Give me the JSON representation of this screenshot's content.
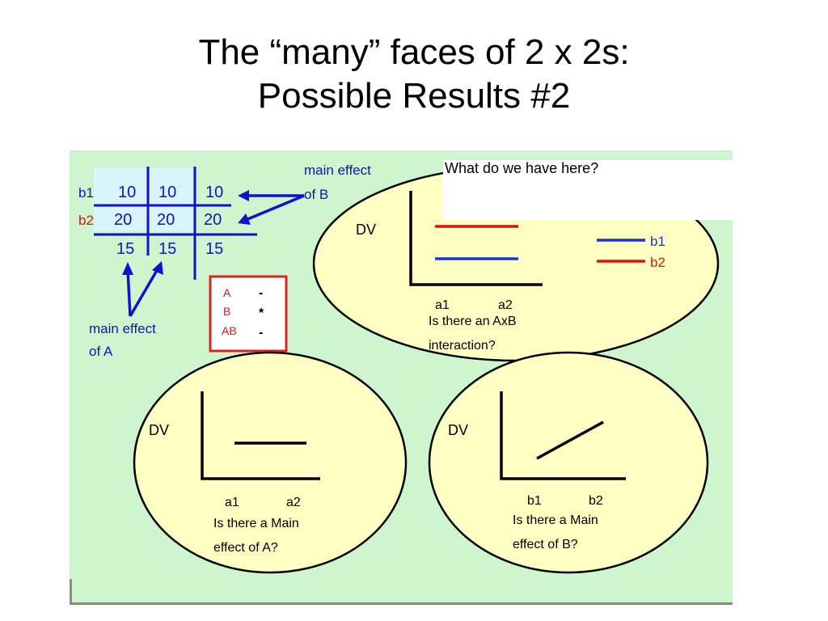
{
  "title": {
    "line1": "The “many” faces of 2 x 2s:",
    "line2": "Possible Results #2"
  },
  "callout": "What do we have here?",
  "table": {
    "row_b1": {
      "label": "b1",
      "cells": [
        "10",
        "10",
        "10"
      ]
    },
    "row_b2": {
      "label": "b2",
      "cells": [
        "20",
        "20",
        "20"
      ]
    },
    "means": [
      "15",
      "15",
      "15"
    ]
  },
  "annotations": {
    "main_effect_b_line1": "main effect",
    "main_effect_b_line2": "of B",
    "main_effect_a_line1": "main effect",
    "main_effect_a_line2": "of A"
  },
  "effects_box": {
    "rows": [
      {
        "label": "A",
        "value": "-"
      },
      {
        "label": "B",
        "value": "*"
      },
      {
        "label": "AB",
        "value": "-"
      }
    ]
  },
  "panel_interaction": {
    "ylabel": "DV",
    "xticks": [
      "a1",
      "a2"
    ],
    "legend": [
      "b1",
      "b2"
    ],
    "question_line1": "Is there an AxB",
    "question_line2": "interaction?"
  },
  "panel_main_a": {
    "ylabel": "DV",
    "xticks": [
      "a1",
      "a2"
    ],
    "question_line1": "Is there a Main",
    "question_line2": "effect of A?"
  },
  "panel_main_b": {
    "ylabel": "DV",
    "xticks": [
      "b1",
      "b2"
    ],
    "question_line1": "Is there a Main",
    "question_line2": "effect of B?"
  },
  "colors": {
    "background": "#cff5cf",
    "ellipse_fill": "#ffffc4",
    "table_blue": "#1111cc",
    "b1_line": "#1a35d6",
    "b2_line": "#e01010",
    "highlight": "#d8f4fc"
  }
}
